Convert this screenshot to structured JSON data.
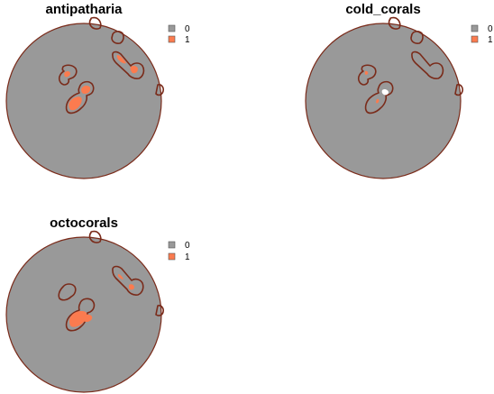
{
  "figure": {
    "legend": {
      "entries": [
        {
          "label": "0",
          "color": "#999999"
        },
        {
          "label": "1",
          "color": "#fb7b4f"
        }
      ],
      "placement": "top-right of each panel"
    },
    "colors": {
      "background_fill": "#999999",
      "presence_fill": "#fb7b4f",
      "outline": "#7a2b1a"
    }
  },
  "chart_data": [
    {
      "type": "heatmap",
      "title": "antipatharia",
      "categories": [
        "0",
        "1"
      ],
      "legend_placement": "top-right",
      "grid": false
    },
    {
      "type": "heatmap",
      "title": "cold_corals",
      "categories": [
        "0",
        "1"
      ],
      "legend_placement": "top-right",
      "grid": false
    },
    {
      "type": "heatmap",
      "title": "octocorals",
      "categories": [
        "0",
        "1"
      ],
      "legend_placement": "top-right",
      "grid": false
    }
  ]
}
